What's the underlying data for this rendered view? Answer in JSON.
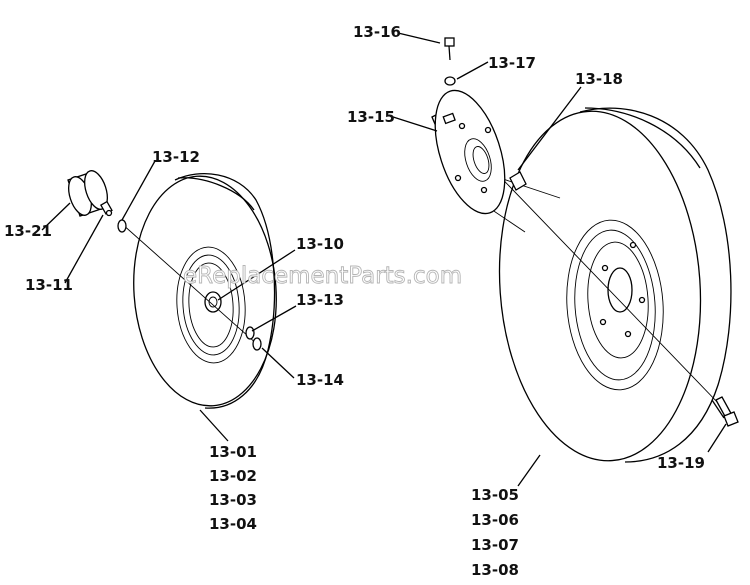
{
  "watermark": "eReplacementParts.com",
  "left_wheel": {
    "callouts": [
      "13-21",
      "13-11",
      "13-12",
      "13-10",
      "13-13",
      "13-14"
    ],
    "assembly_numbers": [
      "13-01",
      "13-02",
      "13-03",
      "13-04"
    ]
  },
  "right_wheel": {
    "callouts": [
      "13-16",
      "13-17",
      "13-15",
      "13-18",
      "13-19"
    ],
    "assembly_numbers": [
      "13-05",
      "13-06",
      "13-07",
      "13-08"
    ]
  }
}
